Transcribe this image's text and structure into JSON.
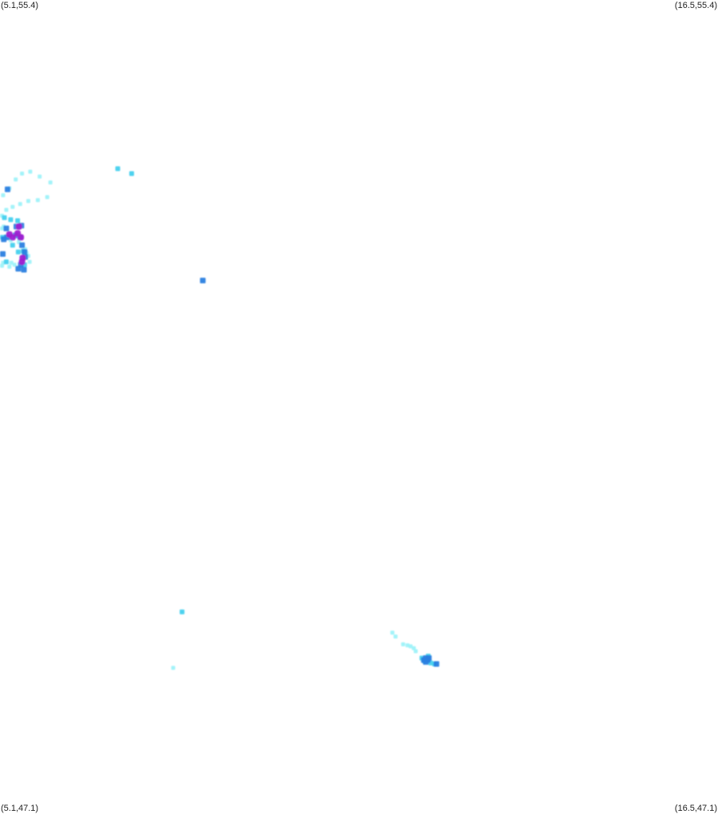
{
  "corner_labels": {
    "top_left": "(5.1,55.4)",
    "top_right": "(16.5,55.4)",
    "bottom_left": "(5.1,47.1)",
    "bottom_right": "(16.5,47.1)"
  },
  "extent": {
    "lon_min": 5.1,
    "lon_max": 16.5,
    "lat_min": 47.1,
    "lat_max": 55.4
  },
  "colors": {
    "low": "#99f2f8",
    "mid": "#44d0ee",
    "high": "#2a7fe0",
    "peak": "#a020d0"
  },
  "chart_data": {
    "type": "scatter",
    "xlabel": "",
    "ylabel": "",
    "xlim": [
      5.1,
      16.5
    ],
    "ylim": [
      47.1,
      55.4
    ],
    "points": [
      {
        "lon": 5.15,
        "lat": 53.41,
        "level": "low"
      },
      {
        "lon": 5.25,
        "lat": 53.48,
        "level": "low"
      },
      {
        "lon": 5.35,
        "lat": 53.57,
        "level": "low"
      },
      {
        "lon": 5.45,
        "lat": 53.63,
        "level": "low"
      },
      {
        "lon": 5.58,
        "lat": 53.65,
        "level": "low"
      },
      {
        "lon": 5.73,
        "lat": 53.6,
        "level": "low"
      },
      {
        "lon": 5.9,
        "lat": 53.54,
        "level": "low"
      },
      {
        "lon": 5.85,
        "lat": 53.39,
        "level": "low"
      },
      {
        "lon": 5.7,
        "lat": 53.36,
        "level": "low"
      },
      {
        "lon": 5.55,
        "lat": 53.35,
        "level": "low"
      },
      {
        "lon": 5.42,
        "lat": 53.32,
        "level": "low"
      },
      {
        "lon": 5.3,
        "lat": 53.29,
        "level": "low"
      },
      {
        "lon": 5.2,
        "lat": 53.26,
        "level": "low"
      },
      {
        "lon": 5.13,
        "lat": 53.2,
        "level": "low"
      },
      {
        "lon": 5.16,
        "lat": 53.09,
        "level": "low"
      },
      {
        "lon": 5.17,
        "lat": 52.97,
        "level": "low"
      },
      {
        "lon": 5.27,
        "lat": 52.95,
        "level": "low"
      },
      {
        "lon": 5.4,
        "lat": 52.93,
        "level": "low"
      },
      {
        "lon": 5.52,
        "lat": 52.82,
        "level": "low"
      },
      {
        "lon": 5.57,
        "lat": 52.73,
        "level": "low"
      },
      {
        "lon": 5.15,
        "lat": 52.72,
        "level": "low"
      },
      {
        "lon": 5.25,
        "lat": 52.68,
        "level": "low"
      },
      {
        "lon": 5.33,
        "lat": 52.7,
        "level": "low"
      },
      {
        "lon": 5.5,
        "lat": 52.86,
        "level": "low"
      },
      {
        "lon": 5.55,
        "lat": 52.79,
        "level": "low"
      },
      {
        "lon": 5.12,
        "lat": 52.69,
        "level": "low"
      },
      {
        "lon": 5.28,
        "lat": 52.72,
        "level": "low"
      },
      {
        "lon": 5.13,
        "lat": 53.07,
        "level": "low"
      },
      {
        "lon": 5.17,
        "lat": 53.18,
        "level": "mid"
      },
      {
        "lon": 5.27,
        "lat": 53.16,
        "level": "mid"
      },
      {
        "lon": 5.38,
        "lat": 53.15,
        "level": "mid"
      },
      {
        "lon": 5.12,
        "lat": 52.98,
        "level": "mid"
      },
      {
        "lon": 5.3,
        "lat": 52.9,
        "level": "mid"
      },
      {
        "lon": 5.2,
        "lat": 52.73,
        "level": "mid"
      },
      {
        "lon": 5.39,
        "lat": 52.83,
        "level": "mid"
      },
      {
        "lon": 5.47,
        "lat": 52.84,
        "level": "mid"
      },
      {
        "lon": 5.49,
        "lat": 52.7,
        "level": "mid"
      },
      {
        "lon": 6.97,
        "lat": 53.68,
        "level": "mid"
      },
      {
        "lon": 7.19,
        "lat": 53.63,
        "level": "mid"
      },
      {
        "lon": 5.22,
        "lat": 53.47,
        "level": "high"
      },
      {
        "lon": 5.2,
        "lat": 53.07,
        "level": "high"
      },
      {
        "lon": 5.35,
        "lat": 53.0,
        "level": "high"
      },
      {
        "lon": 5.42,
        "lat": 52.98,
        "level": "high"
      },
      {
        "lon": 5.44,
        "lat": 53.1,
        "level": "high"
      },
      {
        "lon": 5.36,
        "lat": 53.09,
        "level": "high"
      },
      {
        "lon": 5.21,
        "lat": 52.98,
        "level": "high"
      },
      {
        "lon": 5.16,
        "lat": 52.96,
        "level": "high"
      },
      {
        "lon": 5.45,
        "lat": 52.9,
        "level": "high"
      },
      {
        "lon": 5.49,
        "lat": 52.83,
        "level": "high"
      },
      {
        "lon": 5.5,
        "lat": 52.78,
        "level": "high"
      },
      {
        "lon": 5.39,
        "lat": 52.66,
        "level": "high"
      },
      {
        "lon": 5.48,
        "lat": 52.65,
        "level": "high"
      },
      {
        "lon": 5.43,
        "lat": 52.7,
        "level": "high"
      },
      {
        "lon": 5.14,
        "lat": 52.81,
        "level": "high"
      },
      {
        "lon": 8.32,
        "lat": 52.54,
        "level": "high"
      },
      {
        "lon": 5.25,
        "lat": 53.01,
        "level": "peak"
      },
      {
        "lon": 5.3,
        "lat": 52.98,
        "level": "peak"
      },
      {
        "lon": 5.38,
        "lat": 53.02,
        "level": "peak"
      },
      {
        "lon": 5.4,
        "lat": 53.09,
        "level": "peak"
      },
      {
        "lon": 5.43,
        "lat": 52.98,
        "level": "peak"
      },
      {
        "lon": 5.46,
        "lat": 52.77,
        "level": "peak"
      },
      {
        "lon": 5.45,
        "lat": 52.73,
        "level": "peak"
      },
      {
        "lon": 7.99,
        "lat": 49.16,
        "level": "mid"
      },
      {
        "lon": 7.85,
        "lat": 48.59,
        "level": "low"
      },
      {
        "lon": 11.33,
        "lat": 48.95,
        "level": "low"
      },
      {
        "lon": 11.38,
        "lat": 48.91,
        "level": "low"
      },
      {
        "lon": 11.5,
        "lat": 48.83,
        "level": "low"
      },
      {
        "lon": 11.57,
        "lat": 48.82,
        "level": "low"
      },
      {
        "lon": 11.62,
        "lat": 48.81,
        "level": "low"
      },
      {
        "lon": 11.67,
        "lat": 48.79,
        "level": "low"
      },
      {
        "lon": 11.7,
        "lat": 48.76,
        "level": "low"
      },
      {
        "lon": 11.8,
        "lat": 48.69,
        "level": "mid"
      },
      {
        "lon": 11.84,
        "lat": 48.66,
        "level": "mid"
      },
      {
        "lon": 11.9,
        "lat": 48.71,
        "level": "mid"
      },
      {
        "lon": 11.94,
        "lat": 48.64,
        "level": "mid"
      },
      {
        "lon": 12.0,
        "lat": 48.63,
        "level": "mid"
      },
      {
        "lon": 11.83,
        "lat": 48.67,
        "level": "high"
      },
      {
        "lon": 11.86,
        "lat": 48.69,
        "level": "high"
      },
      {
        "lon": 11.89,
        "lat": 48.67,
        "level": "high"
      },
      {
        "lon": 11.91,
        "lat": 48.69,
        "level": "high"
      },
      {
        "lon": 11.86,
        "lat": 48.65,
        "level": "high"
      },
      {
        "lon": 12.03,
        "lat": 48.63,
        "level": "high"
      }
    ]
  }
}
